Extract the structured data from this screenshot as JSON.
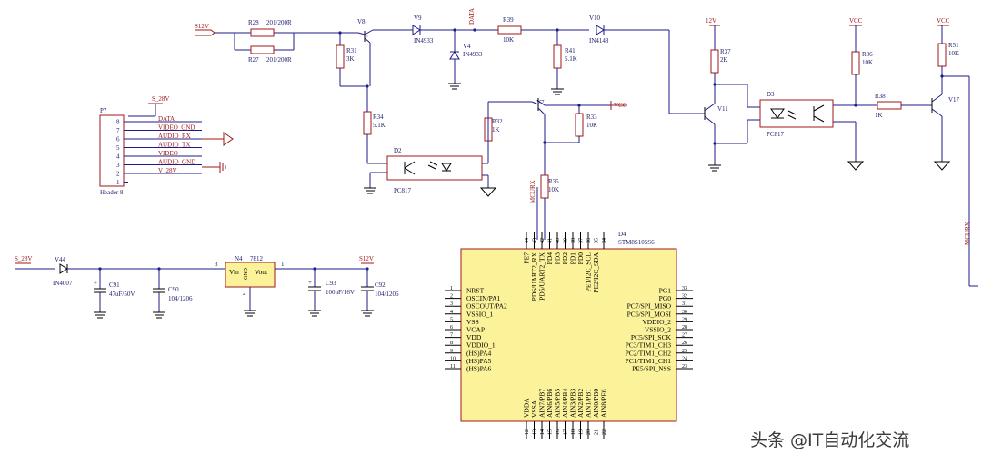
{
  "nets": {
    "s12v_in": "S12V",
    "data_top": "DATA",
    "s12v_v11": "12V",
    "vcc_r36": "VCC",
    "vcc_r51": "VCC",
    "vcc_v7": "VCC",
    "s28v_p7": "S_28V",
    "s28v_psu": "S_28V",
    "s12v_psu": "S12V",
    "mcurx_v7": "MCURX",
    "mcurx_right": "MCURX"
  },
  "parts": {
    "r28_ref": "R28",
    "r28_val": "201/200R",
    "r27_ref": "R27",
    "r27_val": "201/200R",
    "v8": "V8",
    "r31_ref": "R31",
    "r31_val": "3K",
    "r34_ref": "R34",
    "r34_val": "5.1K",
    "v9_ref": "V9",
    "v9_val": "IN4933",
    "v4_ref": "V4",
    "v4_val": "IN4933",
    "r39_ref": "R39",
    "r39_val": "10K",
    "r41_ref": "R41",
    "r41_val": "5.1K",
    "v10_ref": "V10",
    "v10_val": "IN4148",
    "v7": "V7",
    "r32_ref": "R32",
    "r32_val": "1K",
    "r33_ref": "R33",
    "r33_val": "10K",
    "r35_ref": "R35",
    "r35_val": "10K",
    "d2_ref": "D2",
    "d2_val": "PC817",
    "r37_ref": "R37",
    "r37_val": "2K",
    "v11": "V11",
    "d3_ref": "D3",
    "d3_val": "PC817",
    "r36_ref": "R36",
    "r36_val": "10K",
    "r38_ref": "R38",
    "r38_val": "1K",
    "r51_ref": "R51",
    "r51_val": "10K",
    "v17": "V17"
  },
  "header": {
    "ref": "P7",
    "name": "Header 8",
    "pins": [
      {
        "num": "8",
        "label": "DATA"
      },
      {
        "num": "7",
        "label": "VIDEO_GND"
      },
      {
        "num": "6",
        "label": "AUDIO_RX"
      },
      {
        "num": "5",
        "label": "AUDIO_TX"
      },
      {
        "num": "4",
        "label": "VIDEO"
      },
      {
        "num": "3",
        "label": "AUDIO_GND"
      },
      {
        "num": "2",
        "label": "V_28V"
      },
      {
        "num": "1",
        "label": ""
      }
    ]
  },
  "psu": {
    "v44_ref": "V44",
    "v44_val": "IN4007",
    "c91_ref": "C91",
    "c91_val": "47uF/50V",
    "c90_ref": "C90",
    "c90_val": "104/1206",
    "n4_ref": "N4",
    "n4_val": "7812",
    "vin": "Vin",
    "gnd": "GND",
    "vout": "Vout",
    "pin_in": "3",
    "pin_gnd": "2",
    "pin_out": "1",
    "c93_ref": "C93",
    "c93_val": "100uF/16V",
    "c92_ref": "C92",
    "c92_val": "104/1206"
  },
  "mcu": {
    "ref": "D4",
    "name": "STM8S105S6",
    "left_pins": [
      {
        "num": "1",
        "label": "NRST"
      },
      {
        "num": "2",
        "label": "OSCIN/PA1"
      },
      {
        "num": "3",
        "label": "OSCOUT/PA2"
      },
      {
        "num": "4",
        "label": "VSSIO_1"
      },
      {
        "num": "5",
        "label": "VSS"
      },
      {
        "num": "6",
        "label": "VCAP"
      },
      {
        "num": "7",
        "label": "VDD"
      },
      {
        "num": "8",
        "label": "VDDIO_1"
      },
      {
        "num": "9",
        "label": "(HS)PA4"
      },
      {
        "num": "10",
        "label": "(HS)PA5"
      },
      {
        "num": "11",
        "label": "(HS)PA6"
      }
    ],
    "right_pins": [
      {
        "num": "33",
        "label": "PG1"
      },
      {
        "num": "32",
        "label": "PG0"
      },
      {
        "num": "31",
        "label": "PC7/SPI_MISO"
      },
      {
        "num": "30",
        "label": "PC6/SPI_MOSI"
      },
      {
        "num": "29",
        "label": "VDDIO_2"
      },
      {
        "num": "28",
        "label": "VSSIO_2"
      },
      {
        "num": "27",
        "label": "PC5/SPI_SCK"
      },
      {
        "num": "26",
        "label": "PC3/TIM1_CH3"
      },
      {
        "num": "25",
        "label": "PC2/TIM1_CH2"
      },
      {
        "num": "24",
        "label": "PC1/TIM1_CH1"
      },
      {
        "num": "23",
        "label": "PE5/SPI_NSS"
      }
    ],
    "top_pins": [
      {
        "num": "44",
        "label": "PE7"
      },
      {
        "num": "43",
        "label": "PD6/UART2_RX"
      },
      {
        "num": "42",
        "label": "PD5/UART2_TX"
      },
      {
        "num": "41",
        "label": "PD4"
      },
      {
        "num": "40",
        "label": "PD3"
      },
      {
        "num": "39",
        "label": "PD2"
      },
      {
        "num": "38",
        "label": "PD1"
      },
      {
        "num": "37",
        "label": "PD0"
      },
      {
        "num": "36",
        "label": "PE1/I2C_SCL"
      },
      {
        "num": "35",
        "label": "PE2/I2C_SDA"
      },
      {
        "num": "34",
        "label": ""
      }
    ],
    "bottom_pins": [
      {
        "num": "12",
        "label": "VDDA"
      },
      {
        "num": "13",
        "label": "VSSA"
      },
      {
        "num": "14",
        "label": "AIN7/PB7"
      },
      {
        "num": "15",
        "label": "AIN6/PB6"
      },
      {
        "num": "16",
        "label": "AIN5/PB5"
      },
      {
        "num": "17",
        "label": "AIN4/PB4"
      },
      {
        "num": "18",
        "label": "AIN3/PB3"
      },
      {
        "num": "19",
        "label": "AIN2/PB2"
      },
      {
        "num": "20",
        "label": "AIN1/PB1"
      },
      {
        "num": "21",
        "label": "AIN0/PB0"
      },
      {
        "num": "22",
        "label": "AIN8/PE6"
      }
    ]
  },
  "watermark": "头条 @IT自动化交流",
  "colors": {
    "wire": "#1c1c8a",
    "part": "#a01818",
    "chip_fill": "#fbf29a"
  }
}
